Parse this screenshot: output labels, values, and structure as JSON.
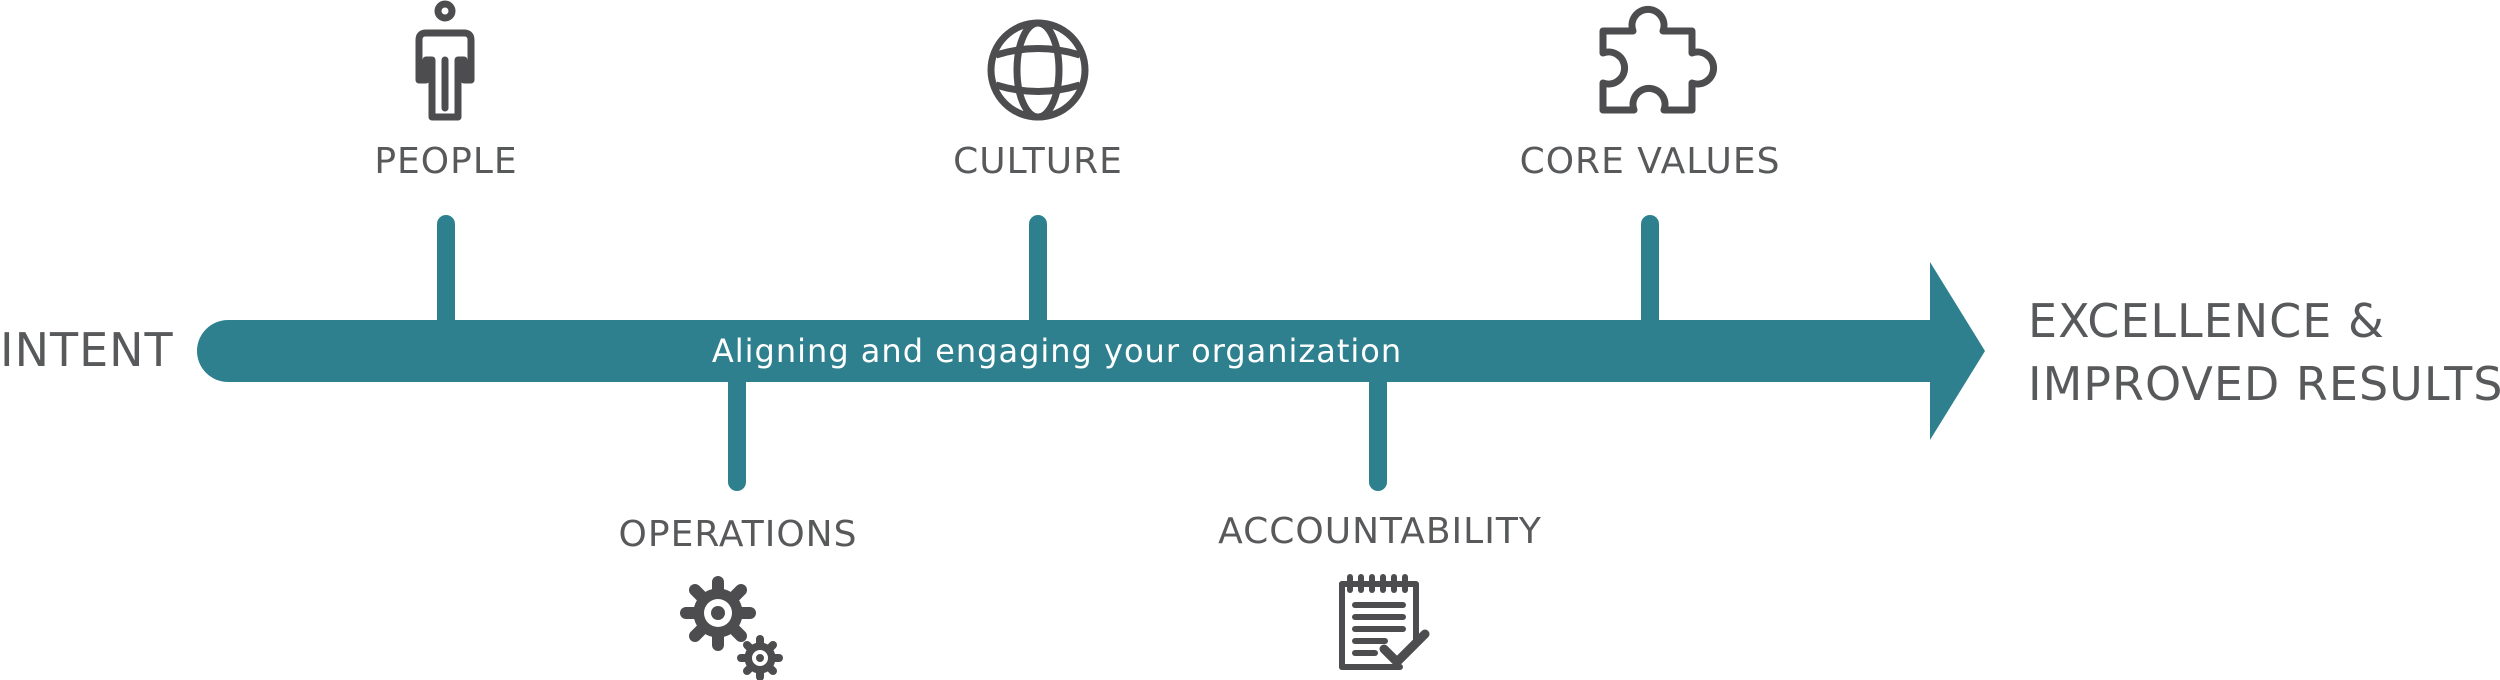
{
  "start_label": "INTENT",
  "arrow_label": "Aligning and engaging your organization",
  "end_label_line1": "EXCELLENCE &",
  "end_label_line2": "IMPROVED RESULTS",
  "milestones": {
    "people": "PEOPLE",
    "culture": "CULTURE",
    "core_values": "CORE VALUES",
    "operations": "OPERATIONS",
    "accountability": "ACCOUNTABILITY"
  },
  "icons": {
    "people": "person-icon",
    "culture": "globe-icon",
    "core_values": "puzzle-piece-icon",
    "operations": "gears-icon",
    "accountability": "checklist-icon"
  },
  "colors": {
    "arrow": "#2F808E",
    "text": "#58595B",
    "icon": "#4D4D4F",
    "arrow_text": "#FFFFFF"
  }
}
